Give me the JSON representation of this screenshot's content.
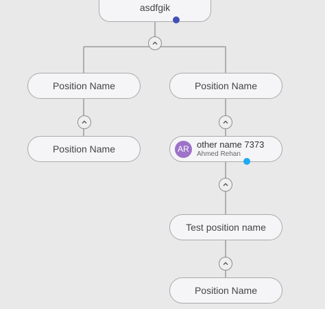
{
  "colors": {
    "background": "#e9e9e9",
    "node_fill": "#f5f5f7",
    "node_border": "#a9a9a9",
    "connector": "#9a9a9a",
    "avatar": "#9d72c8",
    "status_dot_root": "#3f51b5",
    "status_dot_person": "#1eaaf1"
  },
  "chart": {
    "root": {
      "label": "asdfgik",
      "toggle_icon": "chevron-up-icon"
    },
    "left_branch": {
      "node_1": {
        "label": "Position Name"
      },
      "node_2": {
        "label": "Position Name"
      },
      "toggle_icon": "chevron-up-icon"
    },
    "right_branch": {
      "node_1": {
        "label": "Position Name"
      },
      "person": {
        "initials": "AR",
        "title": "other name 7373",
        "name": "Ahmed Rehan"
      },
      "node_3": {
        "label": "Test position name"
      },
      "node_4": {
        "label": "Position Name"
      },
      "toggle_icon": "chevron-up-icon"
    }
  }
}
